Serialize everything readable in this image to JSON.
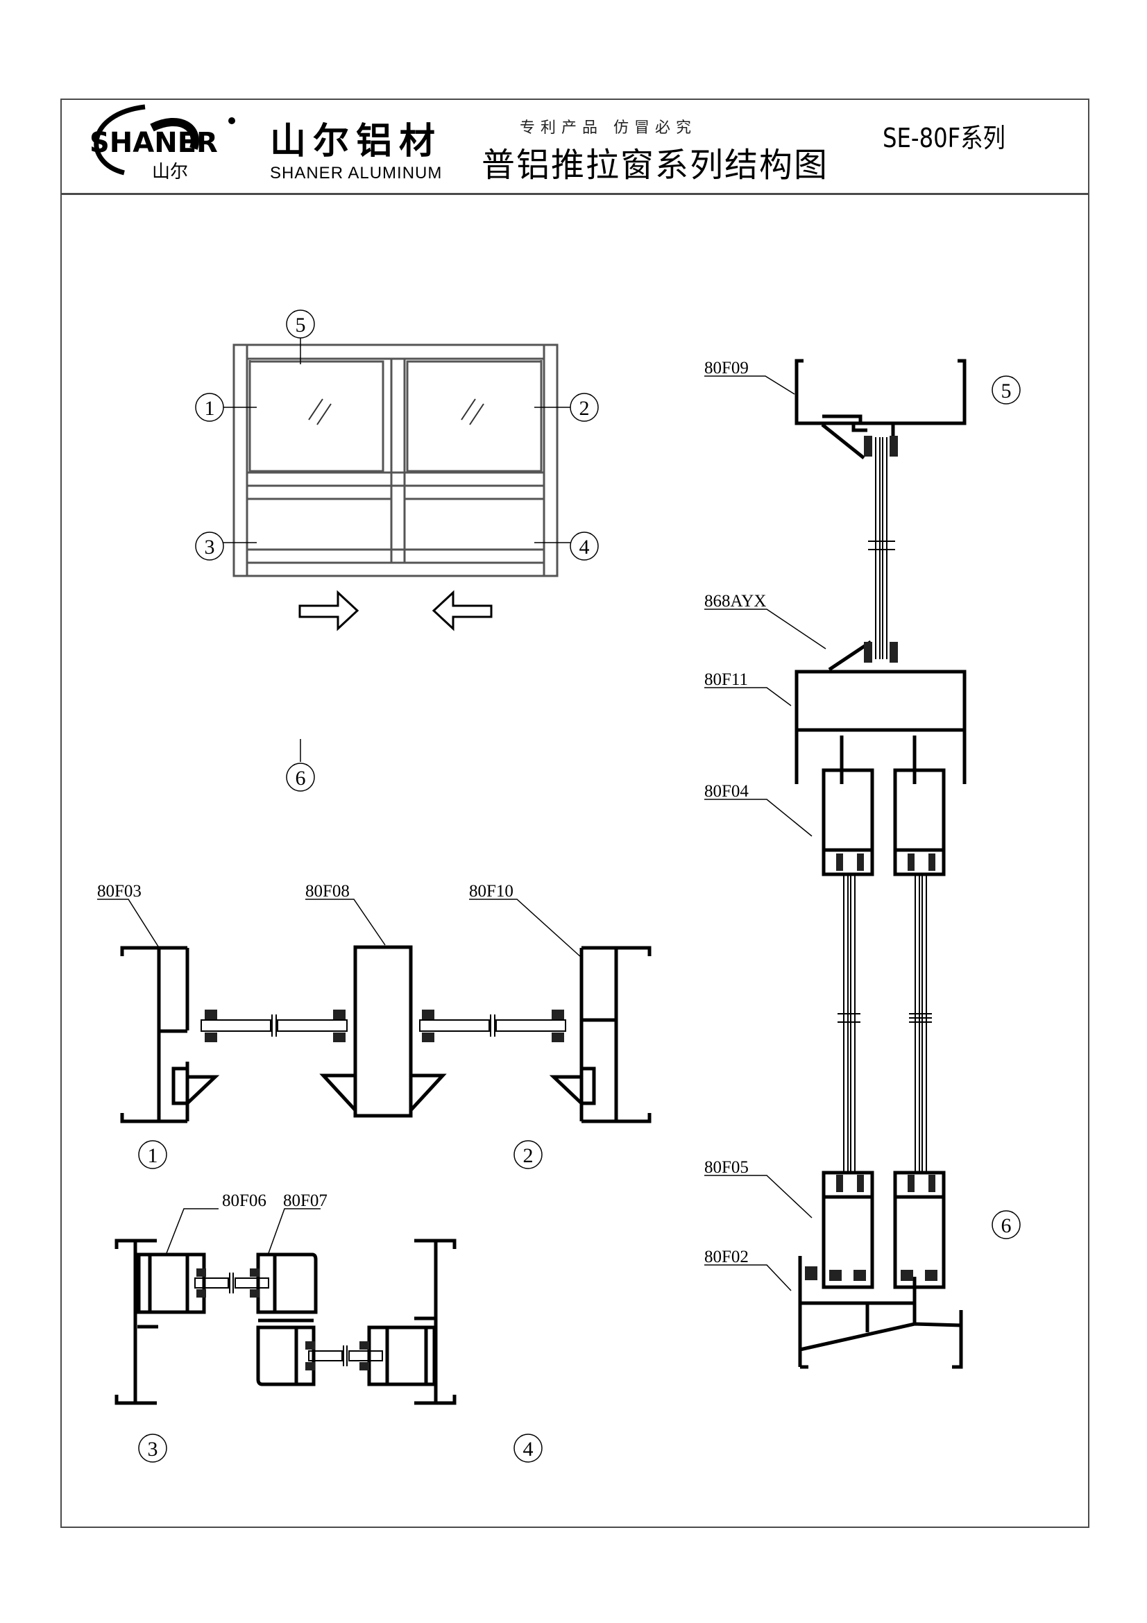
{
  "header": {
    "logo_text": "SHANER",
    "logo_sub": "山尔",
    "brand_cn": "山尔铝材",
    "brand_en": "SHANER ALUMINUM",
    "patent_notice": "专利产品  仿冒必究",
    "title": "普铝推拉窗系列结构图",
    "series": "SE-80F系列"
  },
  "elevation": {
    "callouts": [
      "5",
      "1",
      "2",
      "3",
      "4",
      "6"
    ]
  },
  "sections": {
    "section_1_2": {
      "labels": [
        "80F03",
        "80F08",
        "80F10"
      ],
      "markers": [
        "1",
        "2"
      ]
    },
    "section_3_4": {
      "labels": [
        "80F06",
        "80F07"
      ],
      "markers": [
        "3",
        "4"
      ]
    },
    "section_5_6": {
      "labels": [
        "80F09",
        "868AYX",
        "80F11",
        "80F04",
        "80F05",
        "80F02"
      ],
      "markers": [
        "5",
        "6"
      ]
    }
  },
  "colors": {
    "line": "#000000",
    "frame": "#4a4a4a",
    "elevation_line": "#555555"
  }
}
